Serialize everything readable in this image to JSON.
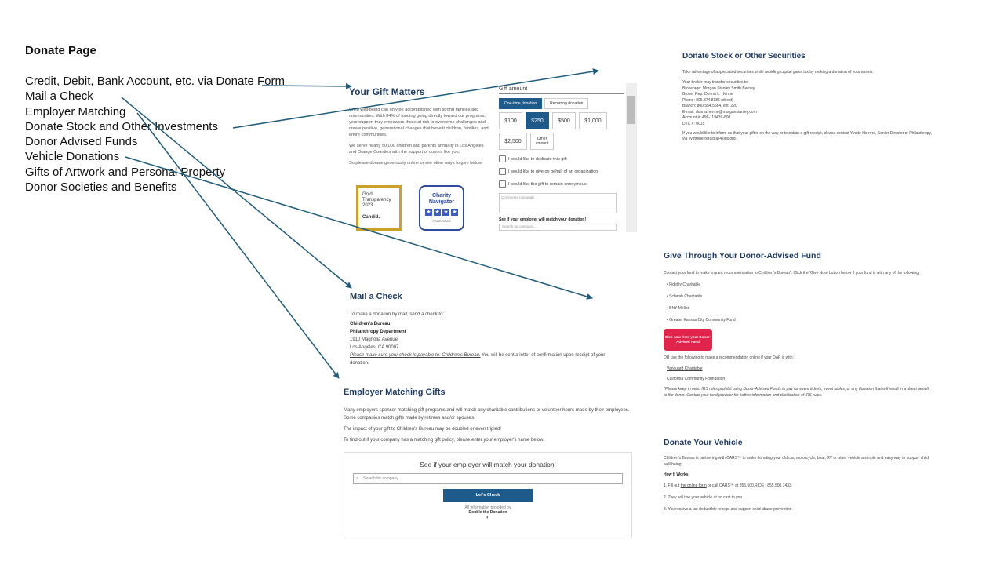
{
  "outline": {
    "title": "Donate Page",
    "items": [
      "Credit, Debit, Bank Account, etc. via Donate Form",
      "Mail a Check",
      "Employer Matching",
      "Donate Stock and Other Investments",
      "Donor Advised Funds",
      "Vehicle Donations",
      "Gifts of Artwork and Personal Property",
      "Donor Societies and Benefits"
    ]
  },
  "gift": {
    "title": "Your Gift Matters",
    "p1": "Child well-being can only be accomplished with strong families and communities. With 84% of funding going directly toward our programs, your support truly empowers those at risk to overcome challenges and create positive, generational changes that benefit children, families, and entire communities.",
    "p2": "We serve nearly 50,000 children and parents annually in Los Angeles and Orange Counties with the support of donors like you.",
    "p3": "So please donate generously online or see other ways to give below!",
    "candid": [
      "Gold",
      "Transparency",
      "2023",
      "Candid."
    ],
    "cn": [
      "Charity",
      "Navigator"
    ],
    "cn_foot": "FOUR-STAR",
    "form_label": "Gift amount",
    "tab_one": "One-time donation",
    "tab_rec": "Recurring donation",
    "amounts": [
      "$100",
      "$250",
      "$500",
      "$1,000",
      "$2,500"
    ],
    "other": "Other amount",
    "chk1": "I would like to dedicate this gift",
    "chk2": "I would like to give on behalf of an organization",
    "chk3": "I would like the gift to remain anonymous",
    "comments": "Comments (optional)",
    "employer_q": "See if your employer will match your donation!",
    "search_ph": "Search for company..."
  },
  "mail": {
    "title": "Mail a Check",
    "intro": "To make a donation by mail, send a check to:",
    "org": "Children's Bureau",
    "dept": "Philanthropy Department",
    "addr1": "1910 Magnolia Avenue",
    "addr2": "Los Angeles, CA 90007",
    "note": "Please make sure your check is payable to: Children's Bureau.",
    "note2": "You will be sent a letter of confirmation upon receipt of your donation."
  },
  "employer": {
    "title": "Employer Matching Gifts",
    "p1": "Many employers sponsor matching gift programs and will match any charitable contributions or volunteer hours made by their employees. Some companies match gifts made by retirees and/or spouses.",
    "p2": "The impact of your gift to Children's Bureau may be doubled or even tripled!",
    "p3": "To find out if your company has a matching gift policy, please enter your employer's name below.",
    "box_q": "See if your employer will match your donation!",
    "search_ph": "Search for company...",
    "btn": "Let's Check",
    "provided": "All information provided by",
    "provider": "Double the Donation"
  },
  "stock": {
    "title": "Donate Stock or Other Securities",
    "intro": "Take advantage of appreciated securities while avoiding capital gains tax by making a donation of your assets.",
    "lines": [
      "Your broker may transfer securities to:",
      "Brokerage: Morgan Stanley Smith Barney",
      "Broker Rep: Donna L. Herme",
      "Phone: 805.374.8185 (direct)",
      "Branch: 800.554.5684, ext. 220",
      "E-mail: donna.herme@morganstanley.com",
      "Account #: 496-119439-808",
      "DTC #: 0015"
    ],
    "outro": "If you would like to inform us that your gift is on the way or to obtain a gift receipt, please contact Yvette Herrera, Senior Director of Philanthropy, via yvetteherrera@all4kids.org."
  },
  "daf": {
    "title": "Give Through Your Donor-Advised Fund",
    "intro": "Contact your fund to make a grant recommendation to Children's Bureau*. Click the 'Give Now' button below if your fund is with any of the following:",
    "funds": [
      "Fidelity Charitable",
      "Schwab Charitable",
      "BNY Mellon",
      "Greater Kansas City Community Fund"
    ],
    "btn": "Give now from your Donor-Advised Fund",
    "or_text": "OR use the following to make a recommendation online if your DAF is with:",
    "links": [
      "Vanguard Charitable",
      "California Community Foundation"
    ],
    "note": "*Please keep in mind IRS rules prohibit using Donor-Advised Funds to pay for event tickets, event tables, or any donation that will result in a direct benefit to the donor. Contact your fund provider for further information and clarification of IRS rules."
  },
  "vehicle": {
    "title": "Donate Your Vehicle",
    "intro": "Children's Bureau is partnering with CARS™ to make donating your old car, motorcycle, boat, RV or other vehicle a simple and easy way to support child well-being.",
    "how": "How It Works",
    "s1a": "1. Fill out",
    "s1link": "the online form",
    "s1b": "or call CARS™ at 855.500.RIDE | 855.500.7433.",
    "s2": "2. They will tow your vehicle at no cost to you.",
    "s3": "3. You receive a tax deductible receipt and support child abuse prevention."
  },
  "colors": {
    "arrow": "#1f5c7a",
    "accent": "#1e5a8a",
    "daf_button": "#e0244c"
  }
}
